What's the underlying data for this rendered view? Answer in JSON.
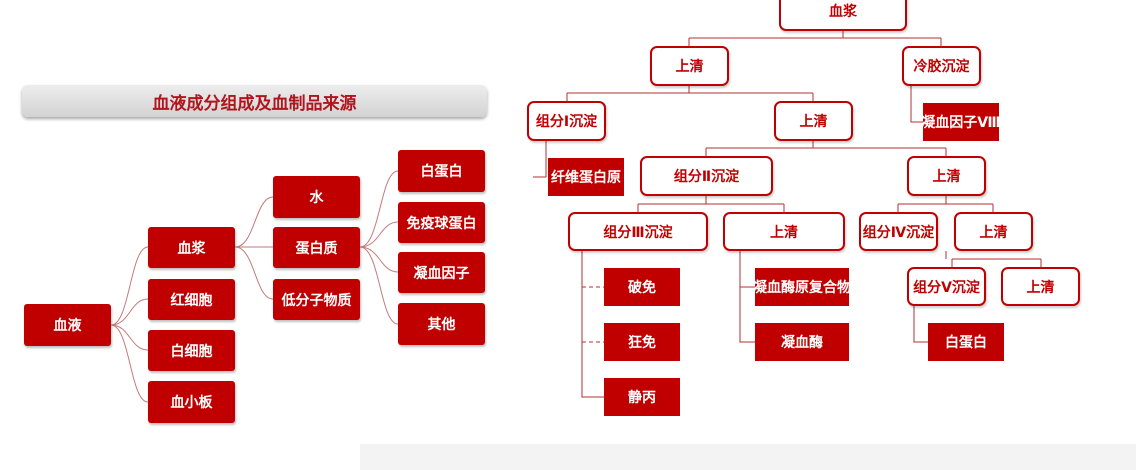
{
  "top_text": "",
  "left": {
    "title": "血液成分组成及血制品来源",
    "root": "血液",
    "level1": [
      "血浆",
      "红细胞",
      "白细胞",
      "血小板"
    ],
    "level2": [
      "水",
      "蛋白质",
      "低分子物质"
    ],
    "level3": [
      "白蛋白",
      "免疫球蛋白",
      "凝血因子",
      "其他"
    ]
  },
  "right": {
    "plasma": "血浆",
    "sup1": "上清",
    "cryo": "冷胶沉淀",
    "factor8": "凝血因子Ⅷ",
    "f1": "组分Ⅰ沉淀",
    "sup2": "上清",
    "fibrinogen": "纤维蛋白原",
    "f2": "组分Ⅱ沉淀",
    "sup3": "上清",
    "f3": "组分Ⅲ沉淀",
    "sup4": "上清",
    "f4": "组分Ⅳ沉淀",
    "sup5": "上清",
    "f5": "组分Ⅴ沉淀",
    "sup6": "上清",
    "rabies": "破免",
    "tetanus": "狂免",
    "ivig": "静丙",
    "pcc": "凝血酶原复合物",
    "thrombin": "凝血酶",
    "albumin": "白蛋白"
  }
}
